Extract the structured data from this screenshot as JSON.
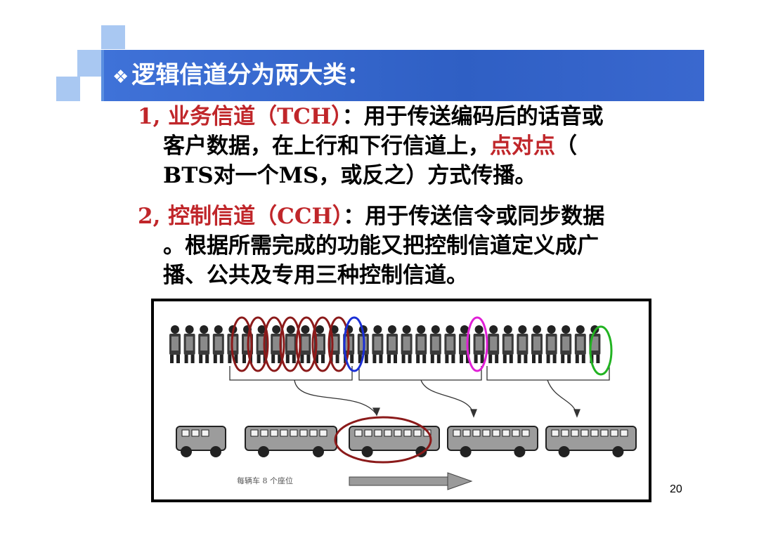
{
  "slide": {
    "title_bullet": "❖",
    "title": "逻辑信道分为两大类：",
    "page_number": "20"
  },
  "paragraph1": {
    "prefix": "1, ",
    "term": "业务信道（TCH）",
    "line1_rest": "：用于传送编码后的话音或",
    "line2_a": "客户数据，在上行和下行信道上，",
    "line2_red": "点对点",
    "line2_b": "（",
    "line3": "BTS对一个MS，或反之）方式传播。"
  },
  "paragraph2": {
    "prefix": "2, ",
    "term": "控制信道（CCH）",
    "line1_rest": "：用于传送信令或同步数据",
    "line2": "。根据所需完成的功能又把控制信道定义成广",
    "line3": "播、公共及专用三种控制信道。"
  },
  "figure": {
    "caption": "每辆车 8 个座位",
    "people_count": 30,
    "bus_count": 5,
    "colors": {
      "dark_red": "#8b1a1a",
      "blue": "#1a2fd6",
      "magenta": "#e01fd6",
      "green": "#22b322"
    }
  },
  "theme": {
    "title_bar": "#2f5fc4",
    "deco_light": "#a9c8f2",
    "deco_mid": "#5b8fe0",
    "emphasis_red": "#c0262a"
  }
}
